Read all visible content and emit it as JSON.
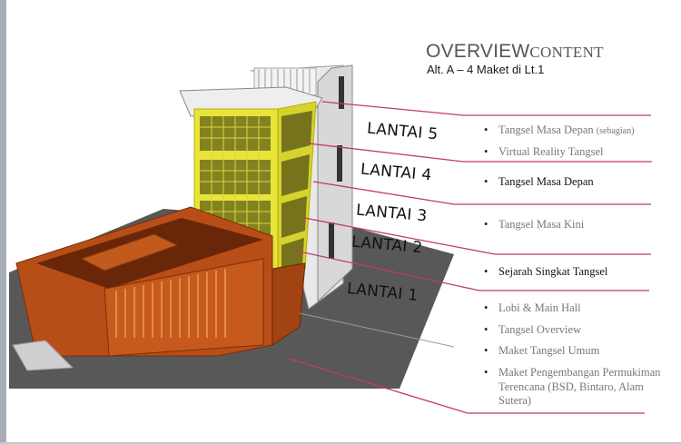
{
  "slide": {
    "title_big": "OVERVIEW",
    "title_small": "CONTENT",
    "subtitle": "Alt. A – 4 Maket di Lt.1"
  },
  "floors": [
    {
      "label": "LANTAI 5",
      "items": [
        {
          "text": "Tangsel Masa Depan",
          "note": "(sebagian)",
          "tone": "grey"
        },
        {
          "text": "Virtual Reality Tangsel",
          "tone": "grey"
        }
      ]
    },
    {
      "label": "LANTAI 4",
      "items": [
        {
          "text": "Tangsel Masa Depan",
          "tone": "dark"
        }
      ]
    },
    {
      "label": "LANTAI 3",
      "items": [
        {
          "text": "Tangsel Masa Kini",
          "tone": "grey"
        }
      ]
    },
    {
      "label": "LANTAI 2",
      "items": [
        {
          "text": "Sejarah Singkat Tangsel",
          "tone": "dark"
        }
      ]
    },
    {
      "label": "LANTAI 1",
      "items": [
        {
          "text": "Lobi & Main Hall",
          "tone": "grey"
        },
        {
          "text": "Tangsel Overview",
          "tone": "grey"
        },
        {
          "text": "Maket Tangsel Umum",
          "tone": "grey"
        },
        {
          "text": "Maket Pengembangan Permukiman Terencana (BSD, Bintaro, Alam Sutera)",
          "tone": "grey"
        }
      ]
    }
  ],
  "colors": {
    "leader_line": "#c2377a",
    "tower_highlight": "#f2ef3a",
    "podium": "#c4561a",
    "ground": "#5a5a5a"
  }
}
